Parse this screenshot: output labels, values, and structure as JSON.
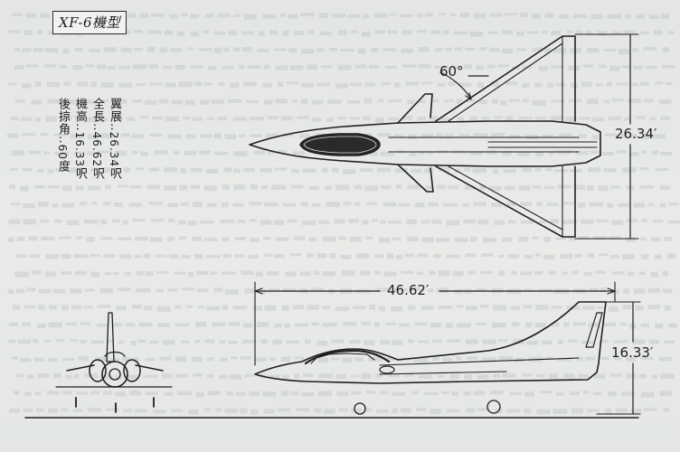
{
  "title": "XF-6機型",
  "specs": [
    {
      "label": "翼展",
      "sep": "‥",
      "value": "26.34",
      "unit": "呎"
    },
    {
      "label": "全長",
      "sep": "‥",
      "value": "46.62",
      "unit": "呎"
    },
    {
      "label": "機高",
      "sep": "‥",
      "value": "16.33",
      "unit": "呎"
    },
    {
      "label": "後掠角",
      "sep": "‥",
      "value": "60",
      "unit": "度"
    }
  ],
  "dimensions": {
    "sweep_angle": "60°",
    "wingspan": "26.34′",
    "length": "46.62′",
    "height": "16.33′"
  },
  "colors": {
    "paper": "#e6e9e6",
    "ink": "#1f1f1f",
    "bleed_text": "#c9cdca"
  }
}
